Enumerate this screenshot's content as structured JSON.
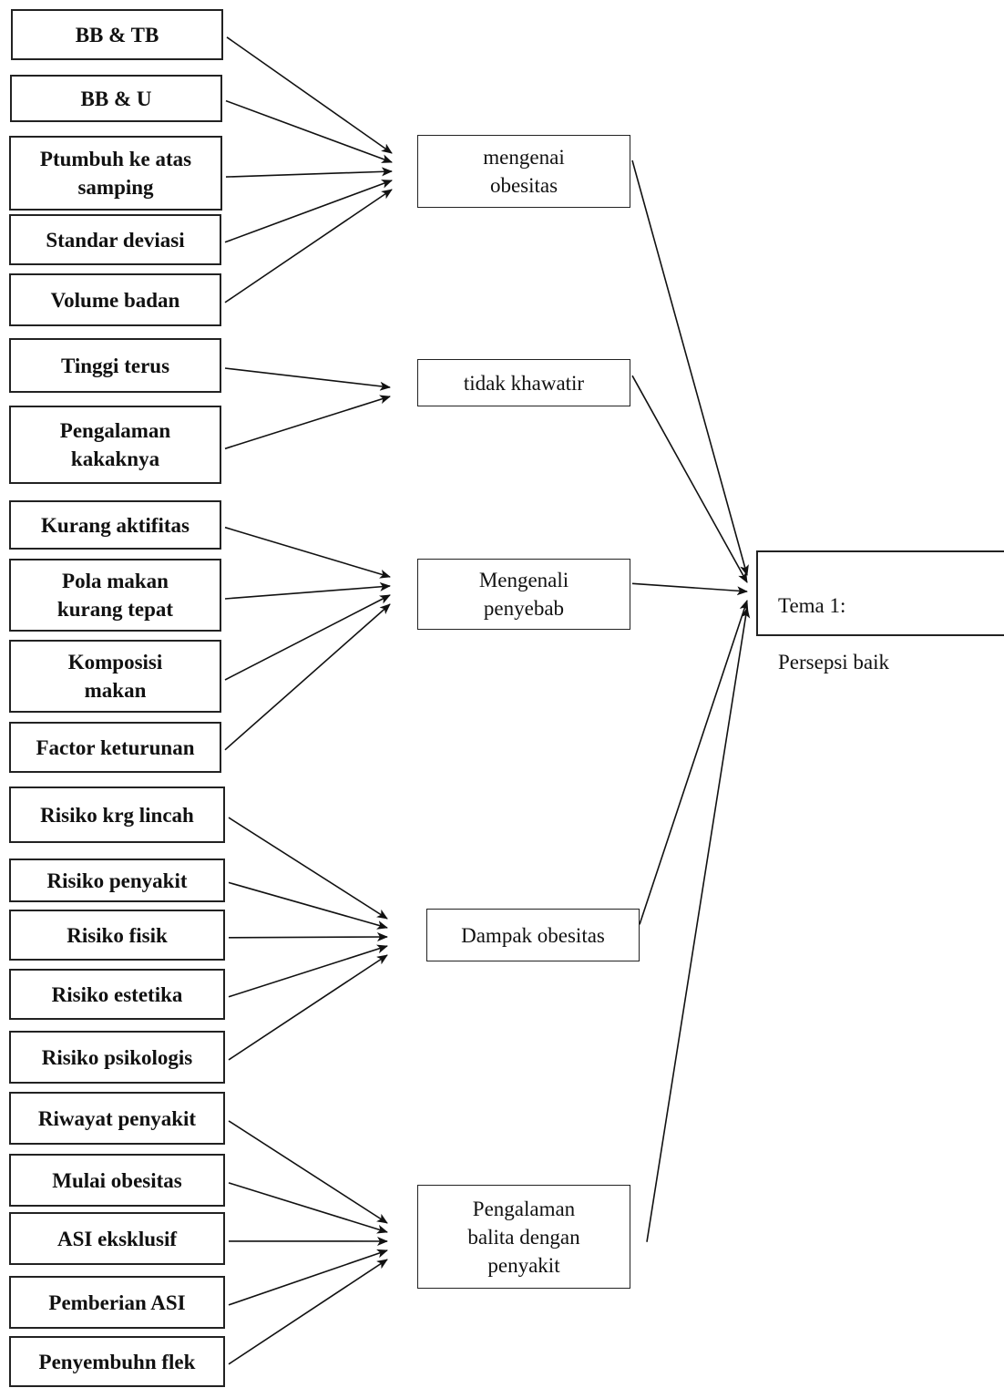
{
  "codes": [
    {
      "id": "c1",
      "text": "BB & TB"
    },
    {
      "id": "c2",
      "text": "BB & U"
    },
    {
      "id": "c3",
      "text": "Ptumbuh ke atas\nsamping"
    },
    {
      "id": "c4",
      "text": "Standar deviasi"
    },
    {
      "id": "c5",
      "text": "Volume badan"
    },
    {
      "id": "c6",
      "text": "Tinggi terus"
    },
    {
      "id": "c7",
      "text": "Pengalaman\nkakaknya"
    },
    {
      "id": "c8",
      "text": "Kurang aktifitas"
    },
    {
      "id": "c9",
      "text": "Pola makan\nkurang tepat"
    },
    {
      "id": "c10",
      "text": "Komposisi\nmakan"
    },
    {
      "id": "c11",
      "text": "Factor keturunan"
    },
    {
      "id": "c12",
      "text": "Risiko krg lincah"
    },
    {
      "id": "c13",
      "text": "Risiko penyakit"
    },
    {
      "id": "c14",
      "text": "Risiko fisik"
    },
    {
      "id": "c15",
      "text": "Risiko estetika"
    },
    {
      "id": "c16",
      "text": "Risiko psikologis"
    },
    {
      "id": "c17",
      "text": "Riwayat penyakit"
    },
    {
      "id": "c18",
      "text": "Mulai obesitas"
    },
    {
      "id": "c19",
      "text": "ASI eksklusif"
    },
    {
      "id": "c20",
      "text": "Pemberian ASI"
    },
    {
      "id": "c21",
      "text": "Penyembuhn flek"
    }
  ],
  "categories": [
    {
      "id": "k1",
      "text": "mengenai\nobesitas"
    },
    {
      "id": "k2",
      "text": "tidak khawatir"
    },
    {
      "id": "k3",
      "text": "Mengenali\npenyebab"
    },
    {
      "id": "k4",
      "text": "Dampak obesitas"
    },
    {
      "id": "k5",
      "text": "Pengalaman\nbalita dengan\npenyakit"
    }
  ],
  "theme": {
    "line1": "Tema 1:",
    "line2": "Persepsi baik"
  },
  "edges": [
    [
      "c1",
      "k1"
    ],
    [
      "c2",
      "k1"
    ],
    [
      "c3",
      "k1"
    ],
    [
      "c4",
      "k1"
    ],
    [
      "c5",
      "k1"
    ],
    [
      "c6",
      "k2"
    ],
    [
      "c7",
      "k2"
    ],
    [
      "c8",
      "k3"
    ],
    [
      "c9",
      "k3"
    ],
    [
      "c10",
      "k3"
    ],
    [
      "c11",
      "k3"
    ],
    [
      "c12",
      "k4"
    ],
    [
      "c13",
      "k4"
    ],
    [
      "c14",
      "k4"
    ],
    [
      "c15",
      "k4"
    ],
    [
      "c16",
      "k4"
    ],
    [
      "c17",
      "k5"
    ],
    [
      "c18",
      "k5"
    ],
    [
      "c19",
      "k5"
    ],
    [
      "c20",
      "k5"
    ],
    [
      "c21",
      "k5"
    ],
    [
      "k1",
      "theme"
    ],
    [
      "k2",
      "theme"
    ],
    [
      "k3",
      "theme"
    ],
    [
      "k4",
      "theme"
    ],
    [
      "k5",
      "theme"
    ]
  ]
}
